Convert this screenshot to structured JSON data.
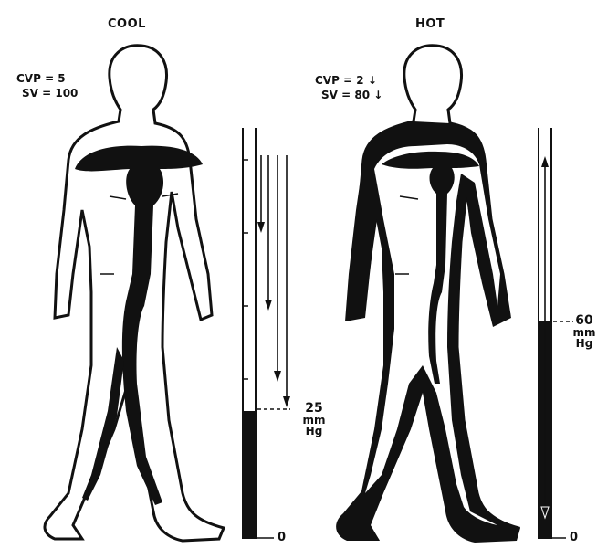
{
  "cool": {
    "title": "COOL",
    "cvp": "CVP = 5",
    "sv": "SV = 100",
    "pressure_value": "25",
    "pressure_unit_1": "mm",
    "pressure_unit_2": "Hg",
    "zero": "0",
    "pressure_level": 25
  },
  "hot": {
    "title": "HOT",
    "cvp": "CVP = 2",
    "sv": "SV = 80",
    "cvp_arrow": "↓",
    "sv_arrow": "↓",
    "pressure_value": "60",
    "pressure_unit_1": "mm",
    "pressure_unit_2": "Hg",
    "zero": "0",
    "pressure_level": 60
  },
  "colors": {
    "ink": "#111111",
    "background": "#ffffff"
  }
}
